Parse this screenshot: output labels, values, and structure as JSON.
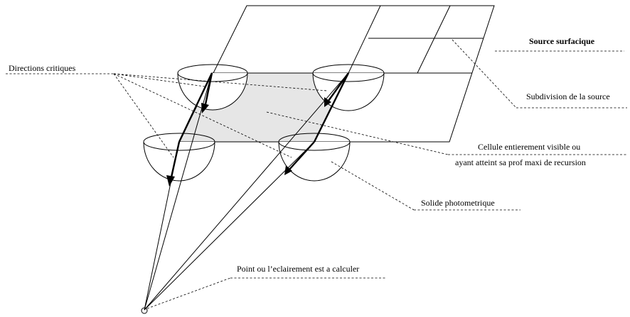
{
  "labels": {
    "source": "Source surfacique",
    "directions": "Directions critiques",
    "subdivision": "Subdivision de la source",
    "cell_line1": "Cellule entierement visible ou",
    "cell_line2": "ayant atteint sa prof maxi de recursion",
    "solid": "Solide photometrique",
    "point": "Point ou l’eclairement est a calculer"
  },
  "colors": {
    "cell_fill": "#e6e6e6",
    "ink": "#000000"
  }
}
